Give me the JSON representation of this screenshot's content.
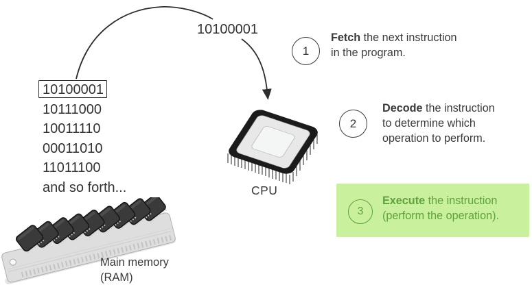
{
  "colors": {
    "ink": "#333333",
    "line_color": "#2d2d2d",
    "highlight_bg": "#c9f09d",
    "highlight_ink": "#5da33c"
  },
  "memory": {
    "highlighted_value": "10100001",
    "values": [
      "10111000",
      "10011110",
      "00011010",
      "11011100"
    ],
    "more_label": "and so forth...",
    "caption_line1": "Main memory",
    "caption_line2": "(RAM)"
  },
  "transfer": {
    "value": "10100001"
  },
  "cpu": {
    "label": "CPU"
  },
  "steps": [
    {
      "number": "1",
      "keyword": "Fetch",
      "line1_rest": " the next instruction",
      "line2": "in the program."
    },
    {
      "number": "2",
      "keyword": "Decode",
      "line1_rest": " the instruction",
      "line2": "to determine which",
      "line3": "operation to perform."
    },
    {
      "number": "3",
      "keyword": "Execute",
      "line1_rest": " the instruction",
      "line2": "(perform the operation)."
    }
  ]
}
